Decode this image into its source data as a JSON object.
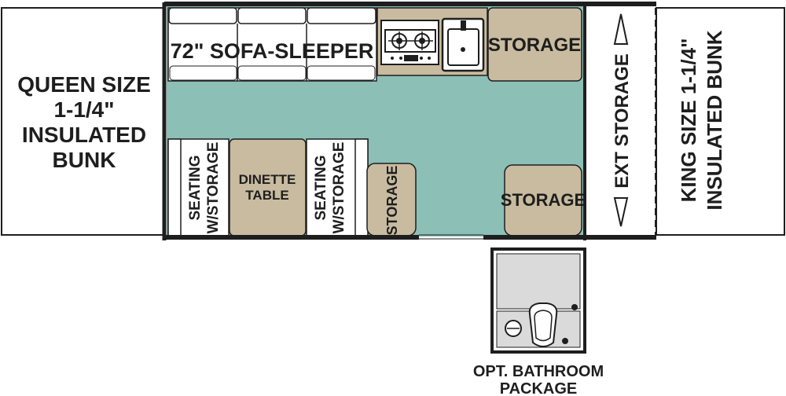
{
  "floorplan": {
    "labels": {
      "queen_bunk": [
        "QUEEN SIZE",
        "1-1/4\"",
        "INSULATED",
        "BUNK"
      ],
      "sofa": "72\" SOFA-SLEEPER",
      "storage_top": "STORAGE",
      "ext_storage": "EXT STORAGE",
      "king_bunk": [
        "KING SIZE 1-1/4\"",
        "INSULATED BUNK"
      ],
      "seating_left": [
        "SEATING",
        "W/STORAGE"
      ],
      "dinette": [
        "DINETTE",
        "TABLE"
      ],
      "seating_right": [
        "SEATING",
        "W/STORAGE"
      ],
      "storage_small": "STORAGE",
      "storage_right": "STORAGE",
      "bathroom": [
        "OPT. BATHROOM",
        "PACKAGE"
      ]
    },
    "colors": {
      "floor": "#8cbfb6",
      "cabinet": "#c8bb9f",
      "outline": "#1e1e1e",
      "bath_floor": "#dadada"
    }
  }
}
